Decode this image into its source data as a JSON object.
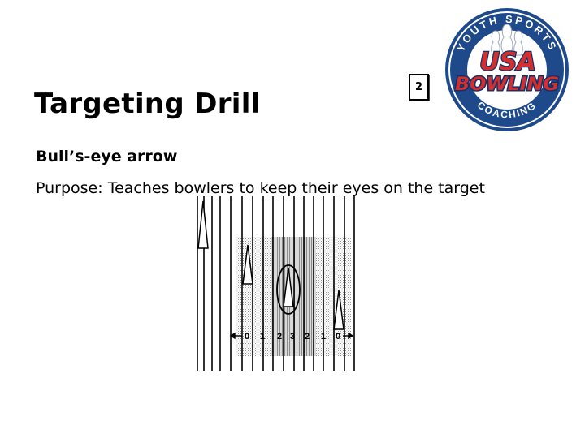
{
  "slide": {
    "title": "Targeting Drill",
    "page_number": "2",
    "body": [
      "Bull’s-eye arrow",
      "Purpose: Teaches bowlers to keep their eyes on the target"
    ]
  },
  "logo": {
    "ring_top_text": "YOUTH SPORTS",
    "ring_bottom_text": "COACHING",
    "brand_line1": "USA",
    "brand_line2": "BOWLING",
    "colors": {
      "ring": "#1e4a8c",
      "red": "#d32f2f",
      "navy": "#14306b"
    }
  },
  "diagram": {
    "lane_labels": [
      "0",
      "1",
      "2",
      "3",
      "2",
      "1",
      "0"
    ]
  }
}
